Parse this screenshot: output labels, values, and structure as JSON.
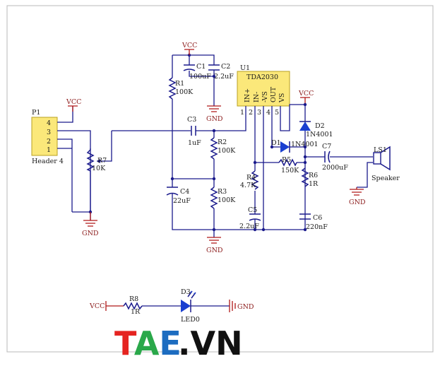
{
  "components": {
    "p1": {
      "ref": "P1",
      "name": "Header 4",
      "pins": [
        "4",
        "3",
        "2",
        "1"
      ]
    },
    "u1": {
      "ref": "U1",
      "name": "TDA2030",
      "pin_labels": [
        "IN+",
        "IN-",
        "-VS",
        "OUT",
        "VS"
      ],
      "pin_numbers": [
        "1",
        "2",
        "3",
        "4",
        "5"
      ]
    },
    "c1": {
      "ref": "C1",
      "value": "100uF"
    },
    "c2": {
      "ref": "C2",
      "value": "2.2uF"
    },
    "c3": {
      "ref": "C3",
      "value": "1uF"
    },
    "c4": {
      "ref": "C4",
      "value": "22uF"
    },
    "c5": {
      "ref": "C5",
      "value": "2.2uF"
    },
    "c6": {
      "ref": "C6",
      "value": "220nF"
    },
    "c7": {
      "ref": "C7",
      "value": "2000uF"
    },
    "r1": {
      "ref": "R1",
      "value": "100K"
    },
    "r2": {
      "ref": "R2",
      "value": "100K"
    },
    "r3": {
      "ref": "R3",
      "value": "100K"
    },
    "r4": {
      "ref": "R4",
      "value": "4.7K"
    },
    "r5": {
      "ref": "R5",
      "value": "150K"
    },
    "r6": {
      "ref": "R6",
      "value": "1R"
    },
    "r7": {
      "ref": "R7",
      "value": "10K"
    },
    "r8": {
      "ref": "R8",
      "value": "1R"
    },
    "d1": {
      "ref": "D1",
      "value": "1N4001"
    },
    "d2": {
      "ref": "D2",
      "value": "1N4001"
    },
    "d3": {
      "ref": "D3",
      "value": "LED0"
    },
    "ls1": {
      "ref": "LS1",
      "value": "Speaker"
    }
  },
  "nets": {
    "vcc": "VCC",
    "gnd": "GND"
  },
  "logo": {
    "part1": "TAE",
    "part2": ".VN",
    "colors": [
      "#e52421",
      "#2aa84a",
      "#1c6cc0",
      "#111111"
    ]
  },
  "colors": {
    "wire": "#1a1a8c",
    "net": "#b01818",
    "chip_fill": "#fbe87a",
    "led": "#1a3fd0"
  }
}
